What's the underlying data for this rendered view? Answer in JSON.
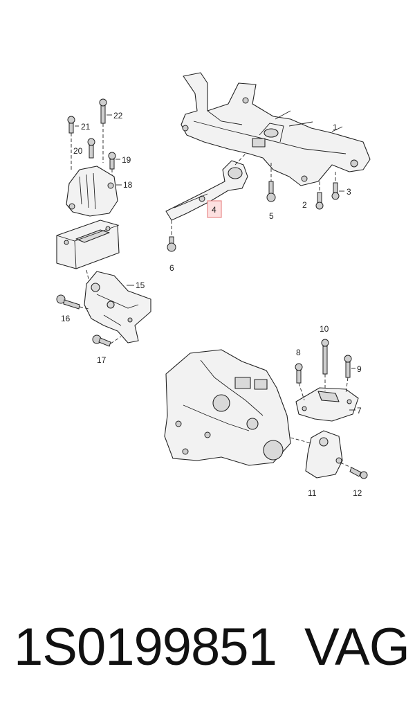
{
  "callouts": {
    "c1": "1",
    "c2": "2",
    "c3": "3",
    "c4": "4",
    "c5": "5",
    "c6": "6",
    "c7": "7",
    "c8": "8",
    "c9": "9",
    "c10": "10",
    "c11": "11",
    "c12": "12",
    "c15": "15",
    "c16": "16",
    "c17": "17",
    "c18": "18",
    "c19": "19",
    "c20": "20",
    "c21": "21",
    "c22": "22"
  },
  "footer": {
    "part_number": "1S0199851",
    "brand": "VAG"
  },
  "colors": {
    "highlight_fill": "#fde0e0",
    "highlight_border": "#e88a8a"
  }
}
